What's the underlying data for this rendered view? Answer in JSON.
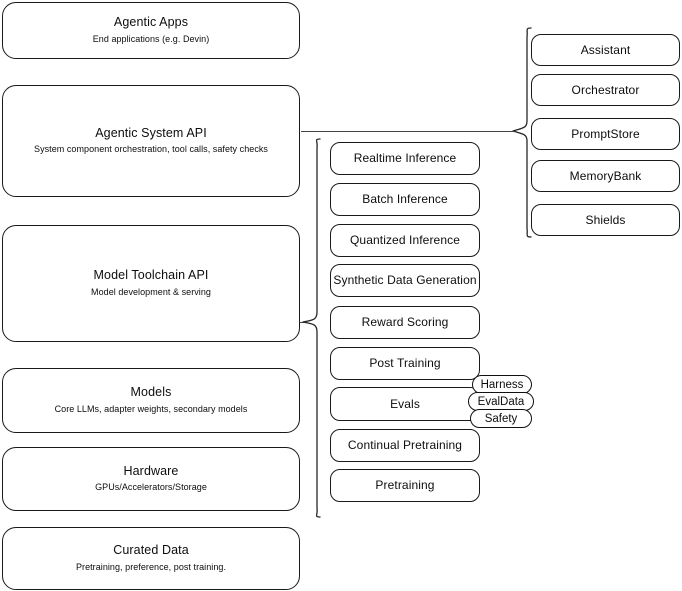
{
  "diagram": {
    "title": "AI stack layered architecture diagram",
    "stroke_color": "#1a1a1a",
    "background_color": "#ffffff"
  },
  "stack": [
    {
      "id": "agentic-apps",
      "title": "Agentic Apps",
      "subtitle": "End applications (e.g. Devin)"
    },
    {
      "id": "agentic-system-api",
      "title": "Agentic System API",
      "subtitle": "System component orchestration, tool calls, safety checks"
    },
    {
      "id": "model-toolchain-api",
      "title": "Model Toolchain API",
      "subtitle": "Model development & serving"
    },
    {
      "id": "models",
      "title": "Models",
      "subtitle": "Core LLMs, adapter weights, secondary models"
    },
    {
      "id": "hardware",
      "title": "Hardware",
      "subtitle": "GPUs/Accelerators/Storage"
    },
    {
      "id": "curated-data",
      "title": "Curated Data",
      "subtitle": "Pretraining, preference, post training."
    }
  ],
  "toolchain_components": [
    {
      "id": "realtime-inference",
      "label": "Realtime Inference"
    },
    {
      "id": "batch-inference",
      "label": "Batch Inference"
    },
    {
      "id": "quantized-inference",
      "label": "Quantized Inference"
    },
    {
      "id": "synthetic-data-generation",
      "label": "Synthetic Data Generation"
    },
    {
      "id": "reward-scoring",
      "label": "Reward Scoring"
    },
    {
      "id": "post-training",
      "label": "Post Training"
    },
    {
      "id": "evals",
      "label": "Evals"
    },
    {
      "id": "continual-pretraining",
      "label": "Continual Pretraining"
    },
    {
      "id": "pretraining",
      "label": "Pretraining"
    }
  ],
  "eval_subcomponents": [
    {
      "id": "harness",
      "label": "Harness"
    },
    {
      "id": "evaldata",
      "label": "EvalData"
    },
    {
      "id": "safety",
      "label": "Safety"
    }
  ],
  "agentic_components": [
    {
      "id": "assistant",
      "label": "Assistant"
    },
    {
      "id": "orchestrator",
      "label": "Orchestrator"
    },
    {
      "id": "promptstore",
      "label": "PromptStore"
    },
    {
      "id": "memorybank",
      "label": "MemoryBank"
    },
    {
      "id": "shields",
      "label": "Shields"
    }
  ]
}
